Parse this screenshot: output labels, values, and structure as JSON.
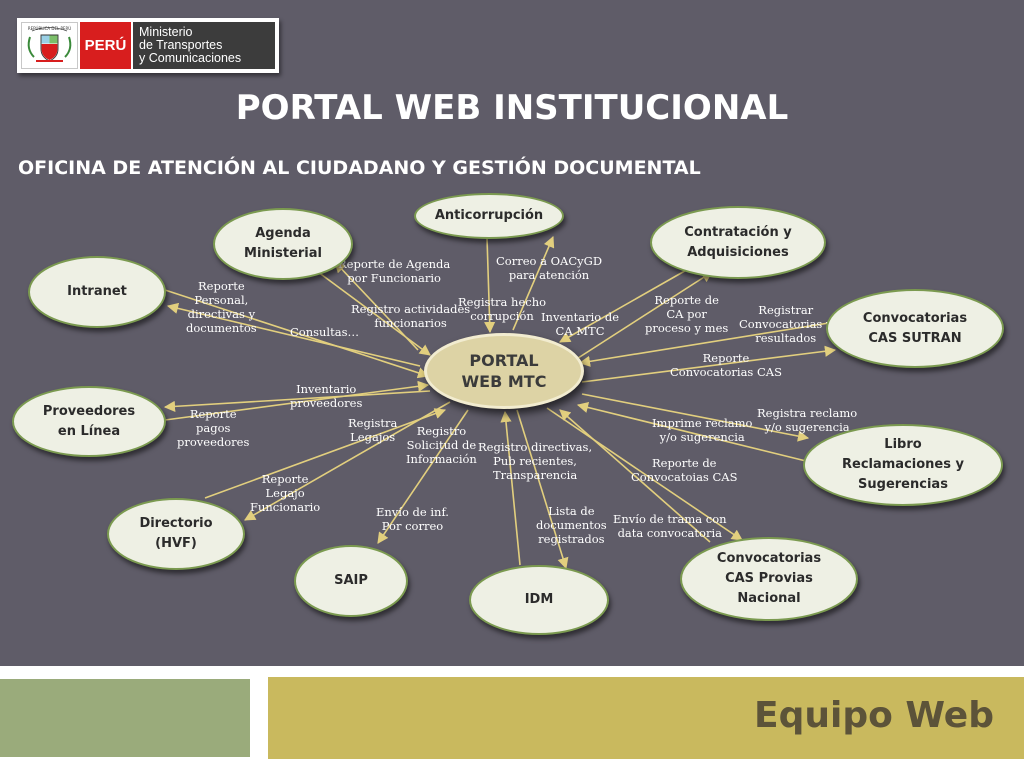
{
  "logo": {
    "country": "PERÚ",
    "ministry_lines": [
      "Ministerio",
      "de Transportes",
      "y Comunicaciones"
    ],
    "crest_text": "REPÚBLICA DEL PERÚ"
  },
  "title": "PORTAL WEB INSTITUCIONAL",
  "subtitle": "OFICINA DE ATENCIÓN AL CIUDADANO Y GESTIÓN DOCUMENTAL",
  "diagram": {
    "center": "PORTAL\nWEB MTC",
    "nodes": {
      "agenda": "Agenda\nMinisterial",
      "anticorrupcion": "Anticorrupción",
      "contratacion": "Contratación y\nAdquisiciones",
      "intranet": "Intranet",
      "cas_sutran": "Convocatorias\nCAS SUTRAN",
      "proveedores": "Proveedores\nen Línea",
      "libro": "Libro\nReclamaciones y\nSugerencias",
      "directorio": "Directorio\n(HVF)",
      "saip": "SAIP",
      "idm": "IDM",
      "cas_provias": "Convocatorias\nCAS Provias\nNacional"
    },
    "edge_labels": {
      "reporte_agenda": "Reporte de Agenda\npor Funcionario",
      "registro_actividades": "Registro actividades\nfuncionarios",
      "correo_oacygd": "Correo a OACyGD\npara atención",
      "registra_hecho": "Registra hecho\ncorrupción",
      "inventario_ca": "Inventario de\nCA MTC",
      "reporte_ca": "Reporte de\nCA por\nproceso y mes",
      "registrar_conv": "Registrar\nConvocatorias y\nresultados",
      "reporte_conv_cas": "Reporte\nConvocatorias CAS",
      "reporte_personal": "Reporte\nPersonal,\ndirectivas y\ndocumentos",
      "consultas": "Consultas…",
      "inventario_prov": "Inventario\nproveedores",
      "reporte_pagos": "Reporte\npagos\nproveedores",
      "registra_legajos": "Registra\nLegajos",
      "registro_solicitud": "Registro\nSolicitud de\nInformación",
      "registro_directivas": "Registro directivas,\nPub recientes,\nTransparencia",
      "imprime_reclamo": "Imprime reclamo\ny/o sugerencia",
      "registra_reclamo": "Registra reclamo\ny/o sugerencia",
      "reporte_legajo": "Reporte\nLegajo\nFuncionario",
      "envio_inf": "Envío de inf.\nPor correo",
      "lista_documentos": "Lista de\ndocumentos\nregistrados",
      "reporte_convocatoias": "Reporte de\nConvocatoias CAS",
      "envio_trama": "Envío de trama con\ndata convocatoria"
    }
  },
  "footer": {
    "team": "Equipo Web"
  },
  "colors": {
    "background": "#5f5c68",
    "node_fill": "#eef0e4",
    "node_border": "#7b9a50",
    "center_fill": "#ddd3a5",
    "arrow": "#e2cf7e",
    "footer_left": "#9aab7b",
    "footer_right": "#c9b95e"
  }
}
